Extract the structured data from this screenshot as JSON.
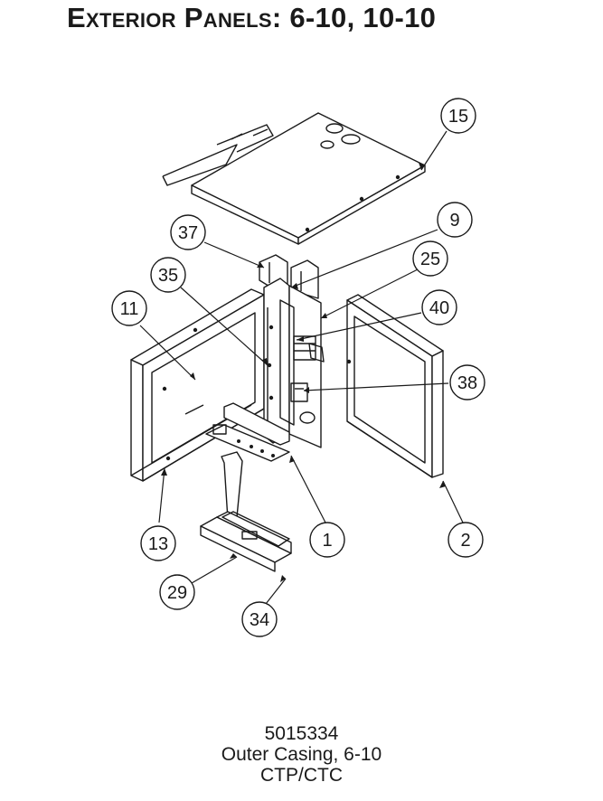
{
  "page": {
    "title": "Exterior Panels: 6-10, 10-10"
  },
  "callouts": [
    {
      "label": "15"
    },
    {
      "label": "9"
    },
    {
      "label": "37"
    },
    {
      "label": "25"
    },
    {
      "label": "35"
    },
    {
      "label": "40"
    },
    {
      "label": "11"
    },
    {
      "label": "38"
    },
    {
      "label": "1"
    },
    {
      "label": "2"
    },
    {
      "label": "13"
    },
    {
      "label": "29"
    },
    {
      "label": "34"
    }
  ],
  "caption": {
    "part_number": "5015334",
    "description": "Outer Casing, 6-10",
    "model": "CTP/CTC"
  },
  "colors": {
    "line": "#1a1a1a",
    "background": "#ffffff"
  }
}
